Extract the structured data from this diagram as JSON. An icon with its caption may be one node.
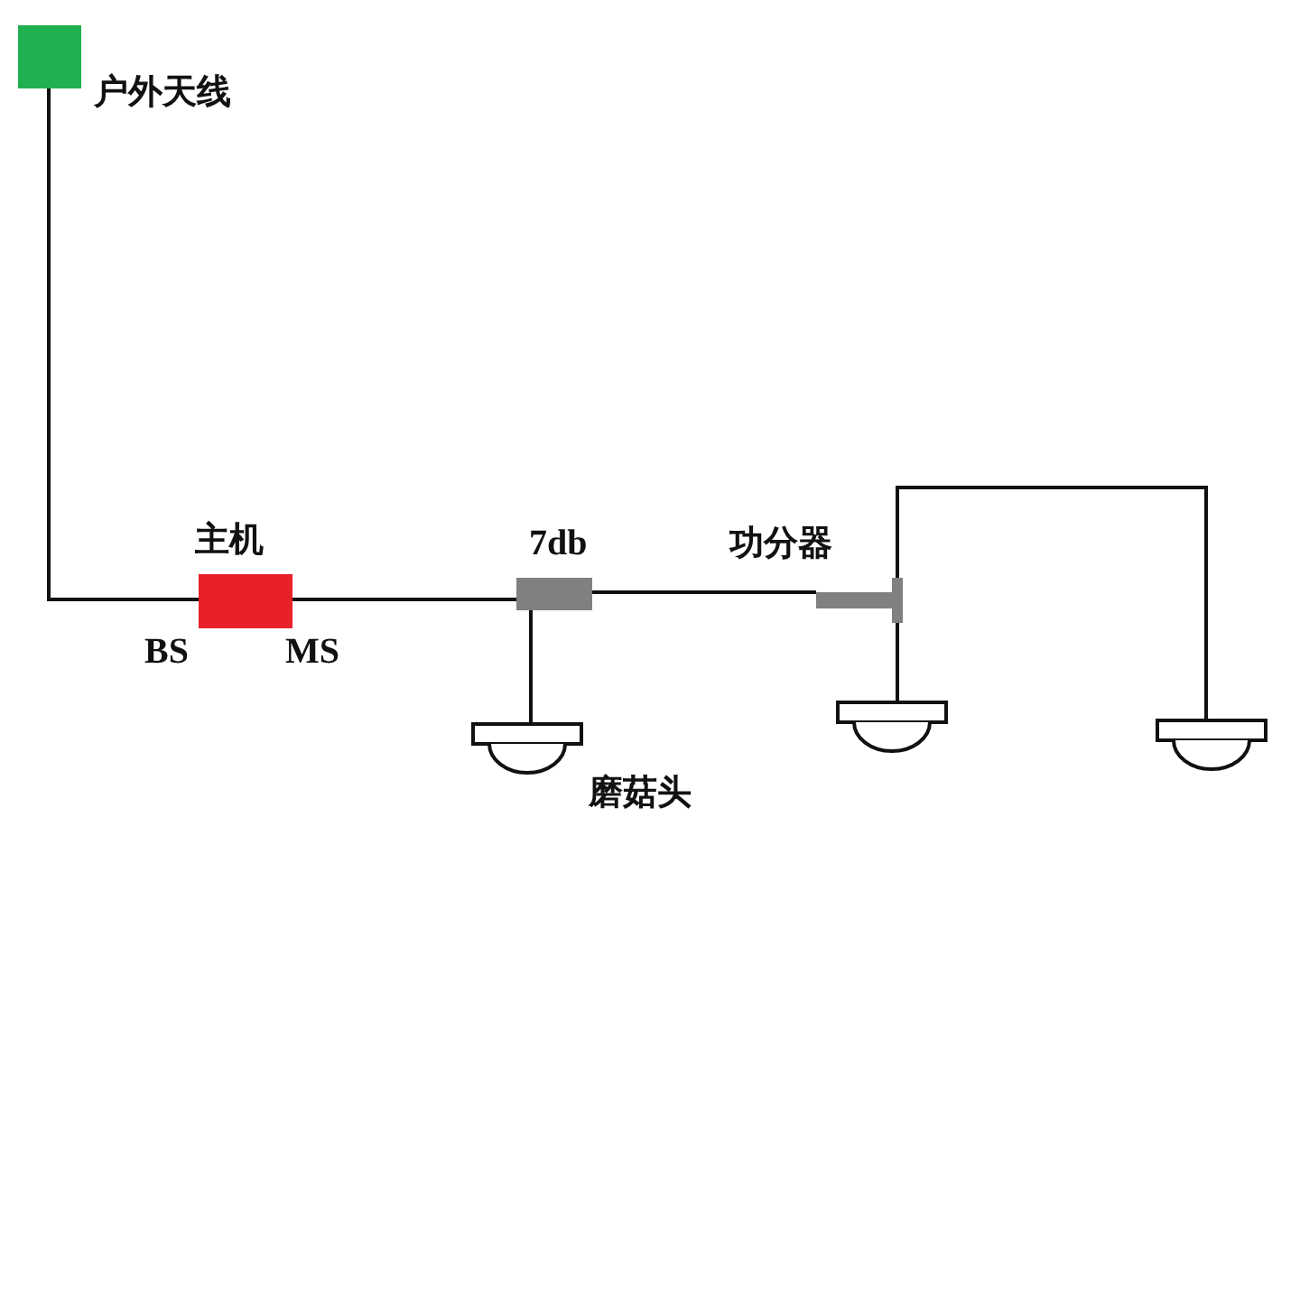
{
  "diagram": {
    "nodes": [
      {
        "text": [
          "户外天线"
        ]
      },
      {
        "text": [
          "主机"
        ],
        "beside": [
          "BS",
          "MS"
        ]
      },
      {
        "text": [
          "7db"
        ]
      },
      {
        "text": [
          "功分器"
        ]
      },
      {
        "text": [],
        "shape": "dome"
      },
      {
        "text": [],
        "shape": "dome"
      },
      {
        "text": [],
        "shape": "dome"
      }
    ],
    "edges": [
      {
        "from": 0,
        "to": 1,
        "arrow": "none"
      },
      {
        "from": 1,
        "to": 2,
        "arrow": "none"
      },
      {
        "from": 2,
        "to": 4,
        "arrow": "none"
      },
      {
        "from": 2,
        "to": 3,
        "arrow": "none"
      },
      {
        "from": 3,
        "to": 5,
        "arrow": "none"
      },
      {
        "from": 3,
        "to": 6,
        "arrow": "none"
      }
    ],
    "labels": [
      "磨菇头"
    ]
  }
}
